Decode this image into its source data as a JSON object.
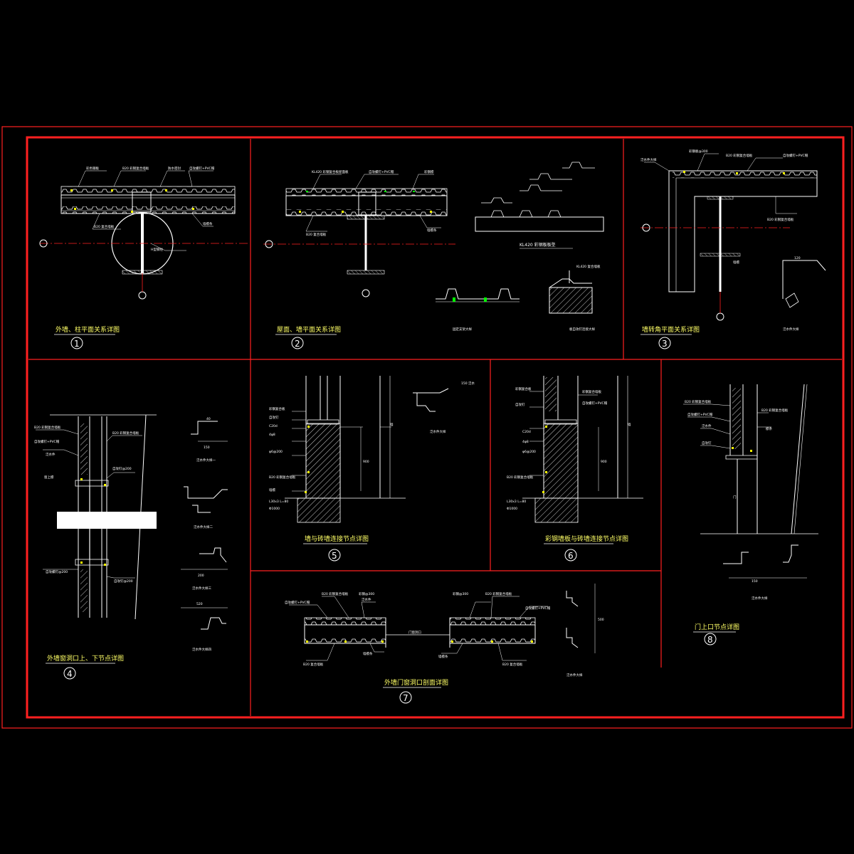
{
  "colors": {
    "background": "#000000",
    "frame": "#ff2020",
    "line": "#ffffff",
    "accent": "#ffff00",
    "green": "#00ff00"
  },
  "details": [
    {
      "id": "detail-1",
      "number": "1",
      "title": "外墙、柱平面关系详图"
    },
    {
      "id": "detail-2",
      "number": "2",
      "title": "屋面、墙平面关系详图"
    },
    {
      "id": "detail-3",
      "number": "3",
      "title": "墙转角平面关系详图"
    },
    {
      "id": "detail-4",
      "number": "4",
      "title": "外墙窗洞口上、下节点详图"
    },
    {
      "id": "detail-5",
      "number": "5",
      "title": "墙与砖墙连接节点详图"
    },
    {
      "id": "detail-6",
      "number": "6",
      "title": "彩钢墙板与砖墙连接节点详图"
    },
    {
      "id": "detail-7",
      "number": "7",
      "title": "外墙门窗洞口剖面详图"
    },
    {
      "id": "detail-8",
      "number": "8",
      "title": "门上口节点详图"
    }
  ],
  "sublabels": {
    "kl420_title": "KL420 彩钢板板型",
    "fix_detail": "固定支架大样",
    "seam_detail": "板自攻钉连接大样",
    "flashing_corner": "泛水件大样",
    "flashing_1": "泛水件大样一",
    "flashing_2": "泛水件大样二",
    "flashing_3": "泛水件大样三",
    "flashing_4": "泛水件大样四",
    "flashing_5": "泛水件大样",
    "flashing_6": "泛水件大样",
    "flashing_7": "泛水件大样",
    "flashing_8": "泛水件大样"
  },
  "annotations": {
    "kl420": "KL420",
    "kl420_note": "KL420 复合墙板",
    "b20": "B20",
    "l30": "L30x3 L=80",
    "c206": "C20d",
    "q1000": "Φ1000",
    "dim_120": "120",
    "dim_150": "150",
    "dim_40": "40",
    "dim_500": "500",
    "dim_520": "520",
    "dim_200": "200"
  }
}
